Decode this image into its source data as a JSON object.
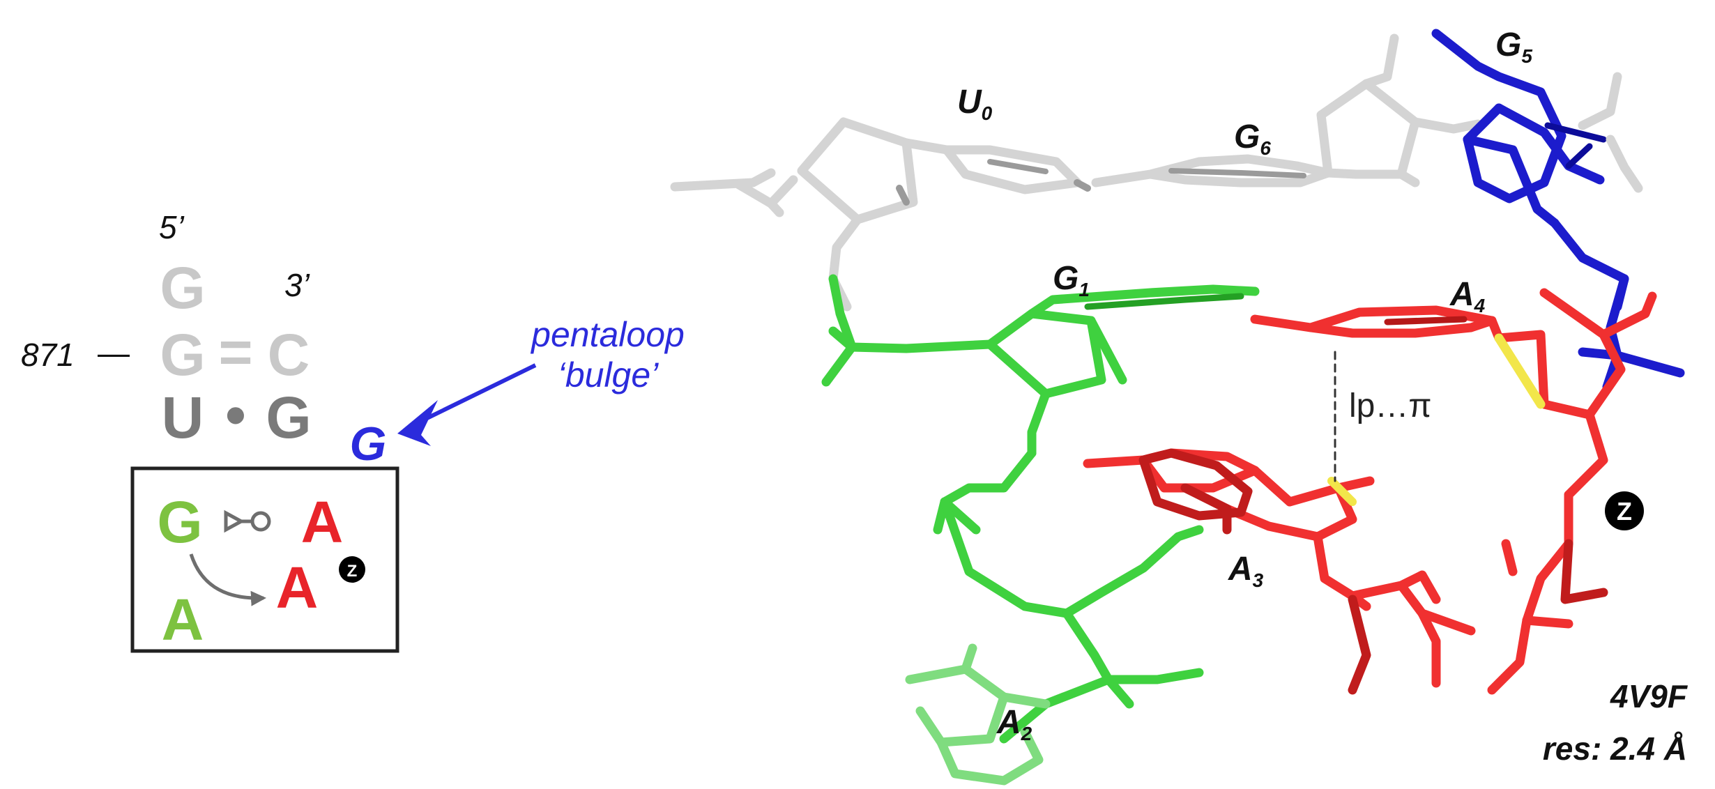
{
  "secondary_structure": {
    "five_prime": "5’",
    "three_prime": "3’",
    "position_label": "871",
    "position_dash": "—",
    "pairs": [
      {
        "left": "G",
        "bond": "",
        "right": ""
      },
      {
        "left": "G",
        "bond": "=",
        "right": "C"
      },
      {
        "left": "U",
        "bond": "•",
        "right": "G"
      }
    ],
    "bulge_nucleotide": "G",
    "loop_box": {
      "top_left": "G",
      "top_right": "A",
      "middle_right": "A",
      "bottom_left": "A",
      "ion_marker": "Z"
    },
    "colors": {
      "light_gray": "#c8c8c8",
      "dark_gray": "#7a7a7a",
      "green": "#7dc240",
      "red": "#e8242a",
      "blue": "#2b2bdc"
    }
  },
  "annotation": {
    "line1": "pentaloop",
    "line2": "‘bulge’"
  },
  "structure_3d": {
    "residues": {
      "U0": {
        "base": "U",
        "sub": "0"
      },
      "G6": {
        "base": "G",
        "sub": "6"
      },
      "G5": {
        "base": "G",
        "sub": "5"
      },
      "G1": {
        "base": "G",
        "sub": "1"
      },
      "A4": {
        "base": "A",
        "sub": "4"
      },
      "A3": {
        "base": "A",
        "sub": "3"
      },
      "A2": {
        "base": "A",
        "sub": "2"
      }
    },
    "interaction_label": "lp…π",
    "ion_marker": "Z",
    "colors": {
      "white_gray": "#d9d9d9",
      "blue": "#1c1ccc",
      "green": "#3fd13f",
      "light_green": "#7fdc7f",
      "red": "#f03030",
      "dark_red": "#c01c1c",
      "yellow": "#f2e64a"
    }
  },
  "pdb": {
    "id": "4V9F",
    "resolution": "res: 2.4 Å"
  }
}
